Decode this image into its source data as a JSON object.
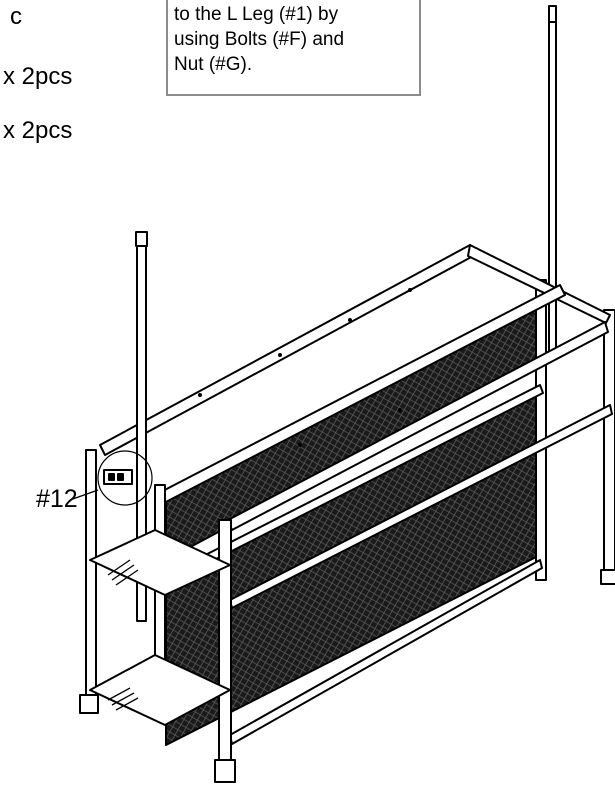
{
  "left_partial_lines": [
    "c",
    "x 2pcs",
    "x 2pcs"
  ],
  "callout": {
    "lines": [
      "to the L Leg (#1) by",
      "using Bolts (#F) and",
      "Nut (#G)."
    ]
  },
  "part_label": "#12"
}
